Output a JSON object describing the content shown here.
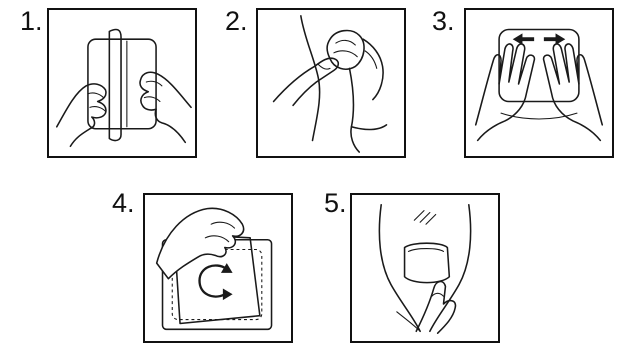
{
  "steps": [
    {
      "number": "1."
    },
    {
      "number": "2."
    },
    {
      "number": "3."
    },
    {
      "number": "4."
    },
    {
      "number": "5."
    }
  ],
  "colors": {
    "ink": "#1a1a1a",
    "background": "#ffffff"
  }
}
